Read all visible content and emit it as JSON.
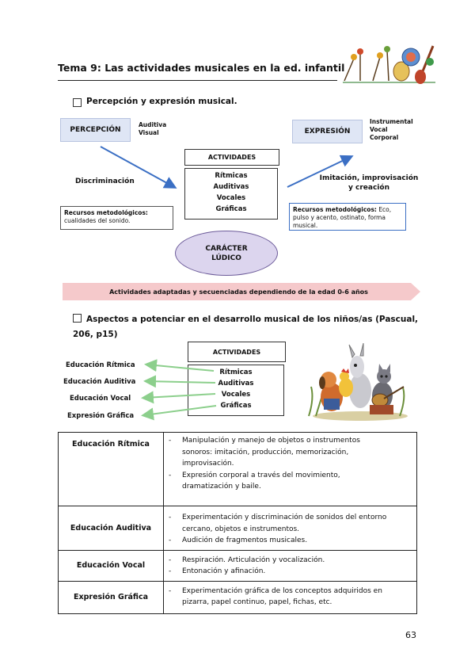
{
  "header": {
    "title": "Tema 9: Las actividades musicales en la ed. infantil"
  },
  "section1": {
    "heading": "Percepción y expresión musical.",
    "perception": {
      "label": "PERCEPCIÓN",
      "types": [
        "Auditiva",
        "Visual"
      ],
      "arrow_label": "Discriminación",
      "resources_title": "Recursos metodológicos:",
      "resources_text": "cualidades del sonido."
    },
    "expression": {
      "label": "EXPRESIÓN",
      "types": [
        "Instrumental",
        "Vocal",
        "Corporal"
      ],
      "arrow_label_1": "Imitación, improvisación",
      "arrow_label_2": "y creación",
      "resources_title": "Recursos metodológicos:",
      "resources_text": " Eco, pulso y acento, ostinato, forma musical."
    },
    "activities": {
      "heading": "ACTIVIDADES",
      "items": [
        "Rítmicas",
        "Auditivas",
        "Vocales",
        "Gráficas"
      ]
    },
    "playful": {
      "line1": "CARÁCTER",
      "line2": "LÚDICO"
    },
    "banner": "Actividades adaptadas y secuenciadas dependiendo de la edad 0-6 años"
  },
  "section2": {
    "heading_line1": "Aspectos a potenciar en el desarrollo musical de los niños/as (Pascual,",
    "heading_line2": "206, p15)",
    "activities": {
      "heading": "ACTIVIDADES",
      "items": [
        "Rítmicas",
        "Auditivas",
        "Vocales",
        "Gráficas"
      ]
    },
    "education_labels": [
      "Educación Rítmica",
      "Educación Auditiva",
      "Educación Vocal",
      "Expresión Gráfica"
    ]
  },
  "table": {
    "rows": [
      {
        "label": "Educación Rítmica",
        "items": [
          [
            "Manipulación y manejo de objetos o instrumentos",
            "sonoros: imitación, producción, memorización,",
            "improvisación."
          ],
          [
            "Expresión corporal a través del movimiento,",
            "dramatización y baile."
          ]
        ]
      },
      {
        "label": "Educación Auditiva",
        "items": [
          [
            "Experimentación y discriminación de sonidos del entorno",
            "cercano, objetos e instrumentos."
          ],
          [
            "Audición de fragmentos musicales."
          ]
        ]
      },
      {
        "label": "Educación Vocal",
        "items": [
          [
            "Respiración. Articulación y vocalización."
          ],
          [
            "Entonación y afinación."
          ]
        ]
      },
      {
        "label": "Expresión Gráfica",
        "items": [
          [
            "Experimentación gráfica de los conceptos adquiridos en",
            "pizarra, papel continuo, papel, fichas, etc."
          ]
        ]
      }
    ]
  },
  "page_number": "63",
  "colors": {
    "blue_arrow": "#3b6fc4",
    "green_arrow": "#8ccf8c",
    "perception_fill": "#dfe6f5",
    "ellipse_fill": "#dcd5ee",
    "banner_fill": "#f5c9cb",
    "resources_border_left": "#8a8a8a",
    "resources_border_right": "#3b6fc4"
  },
  "icons": [
    "checkbox-icon",
    "musical-instruments-illustration",
    "animal-musicians-illustration"
  ]
}
